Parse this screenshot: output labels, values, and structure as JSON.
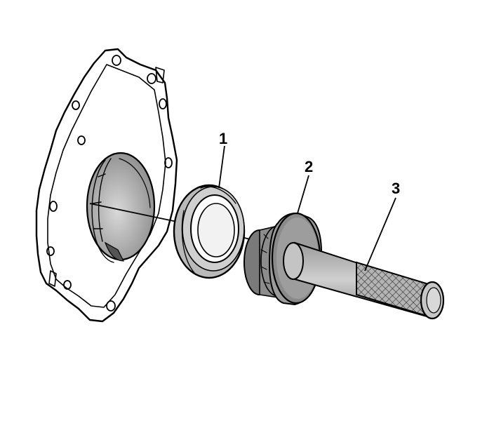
{
  "diagram": {
    "parts": [
      {
        "id": "housing",
        "label": ""
      },
      {
        "id": "seal",
        "label": "1"
      },
      {
        "id": "installer-head",
        "label": "2"
      },
      {
        "id": "handle",
        "label": "3"
      }
    ]
  },
  "callouts": {
    "one": "1",
    "two": "2",
    "three": "3"
  },
  "colors": {
    "ink": "#000000",
    "background": "#ffffff",
    "shade_light": "#c8c8c8",
    "shade_mid": "#a0a0a0",
    "shade_dark": "#6e6e6e"
  }
}
